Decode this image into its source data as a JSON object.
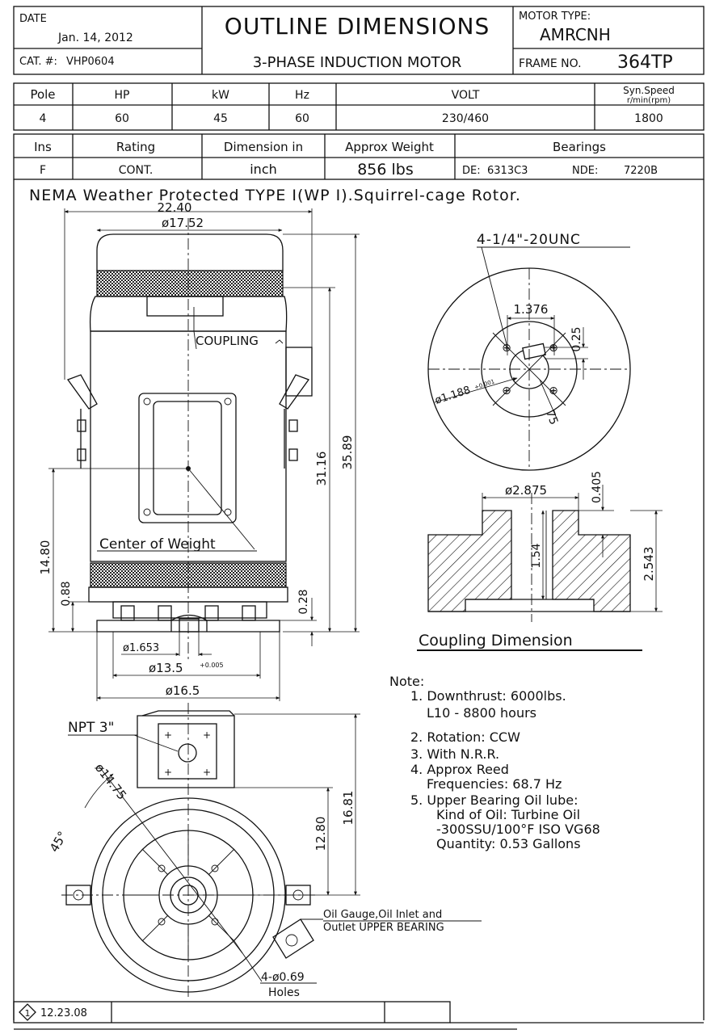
{
  "header": {
    "date_label": "DATE",
    "date_value": "Jan. 14, 2012",
    "cat_label": "CAT. #:",
    "cat_value": "VHP0604",
    "title_line1": "OUTLINE DIMENSIONS",
    "title_line2": "3-PHASE INDUCTION MOTOR",
    "motor_type_label": "MOTOR TYPE:",
    "motor_type_value": "AMRCNH",
    "frame_label": "FRAME NO.",
    "frame_value": "364TP"
  },
  "specs": {
    "pole_label": "Pole",
    "pole_value": "4",
    "hp_label": "HP",
    "hp_value": "60",
    "kw_label": "kW",
    "kw_value": "45",
    "hz_label": "Hz",
    "hz_value": "60",
    "volt_label": "VOLT",
    "volt_value": "230/460",
    "syn_label_1": "Syn.Speed",
    "syn_label_2": "r/min(rpm)",
    "syn_value": "1800",
    "ins_label": "Ins",
    "ins_value": "F",
    "rating_label": "Rating",
    "rating_value": "CONT.",
    "dimension_label": "Dimension in",
    "dimension_value": "inch",
    "weight_label": "Approx Weight",
    "weight_value": "856 lbs",
    "bearings_label": "Bearings",
    "de_label": "DE:",
    "de_value": "6313C3",
    "nde_label": "NDE:",
    "nde_value": "7220B"
  },
  "subtitle": "NEMA Weather Protected TYPE I(WP I).Squirrel-cage Rotor.",
  "front_view": {
    "dim_22_40": "22.40",
    "dim_17_52": "ø17.52",
    "coupling_label": "COUPLING",
    "center_of_weight": "Center of Weight",
    "dim_31_16": "31.16",
    "dim_35_89": "35.89",
    "dim_14_80": "14.80",
    "dim_0_88": "0.88",
    "dim_0_28": "0.28",
    "dim_1_653": "ø1.653",
    "dim_13_5": "ø13.5",
    "tol_13_5": "+0.005",
    "dim_16_5": "ø16.5"
  },
  "coupling_top": {
    "thread": "4-1/4\"-20UNC",
    "dim_1_376": "1.376",
    "dim_0_25": "0.25",
    "dim_1_188": "ø1.188",
    "tol_1_188": "+0.001",
    "dim_75": "75"
  },
  "coupling_section": {
    "dim_2_875": "ø2.875",
    "dim_0_405": "0.405",
    "dim_1_54": "1.54",
    "dim_2_543": "2.543",
    "title": "Coupling Dimension"
  },
  "notes": {
    "heading": "Note:",
    "n1a": "1. Downthrust: 6000lbs.",
    "n1b": "L10 - 8800 hours",
    "n2": "2. Rotation: CCW",
    "n3": "3. With N.R.R.",
    "n4a": "4. Approx Reed",
    "n4b": "Frequencies: 68.7 Hz",
    "n5a": "5. Upper Bearing Oil lube:",
    "n5b": "Kind of Oil: Turbine Oil",
    "n5c": "-300SSU/100°F ISO VG68",
    "n5d": "Quantity: 0.53 Gallons"
  },
  "plan_view": {
    "npt": "NPT 3\"",
    "dim_14_75": "ø14.75",
    "angle_45": "45°",
    "dim_12_80": "12.80",
    "dim_16_81": "16.81",
    "oil_gauge_1": "Oil Gauge,Oil Inlet and",
    "oil_gauge_2": "Outlet UPPER BEARING",
    "holes_1": "4-ø0.69",
    "holes_2": "Holes"
  },
  "revision": {
    "symbol": "1",
    "date": "12.23.08"
  }
}
